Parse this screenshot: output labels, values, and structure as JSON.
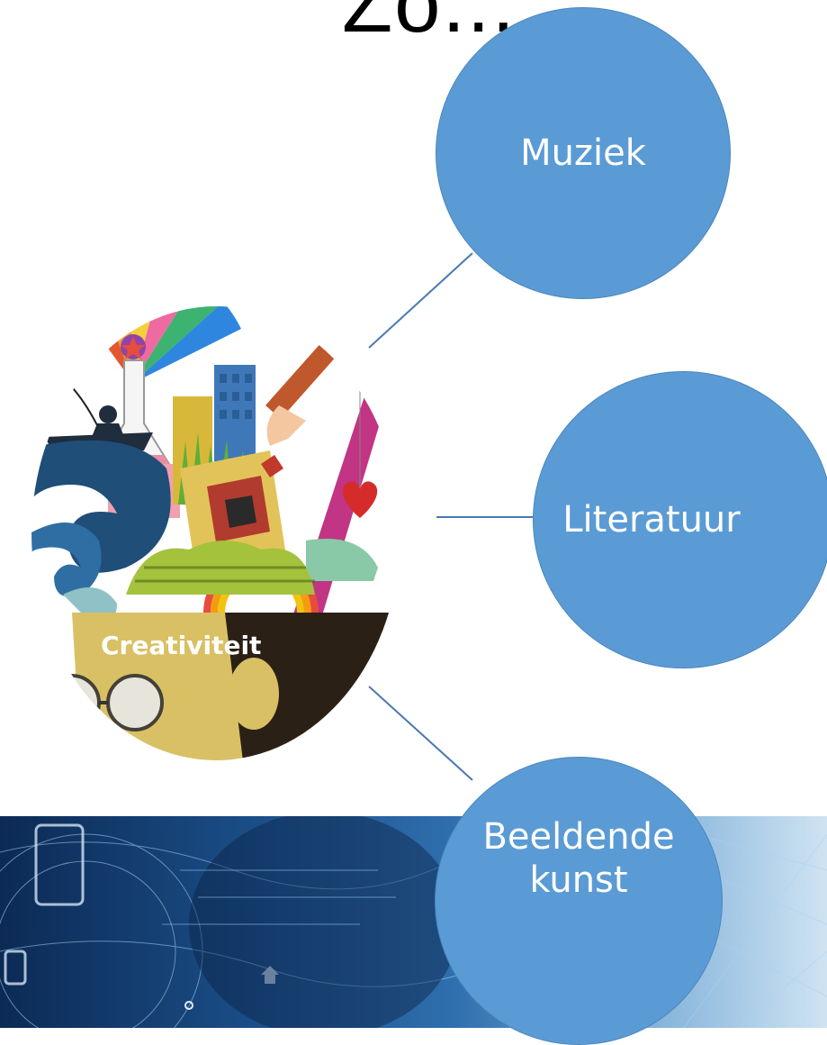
{
  "title": "Zo...",
  "center": {
    "label": "Creativiteit"
  },
  "topics": [
    {
      "label": "Muziek"
    },
    {
      "label": "Literatuur"
    },
    {
      "label": "Beeldende\nkunst"
    }
  ],
  "colors": {
    "node_fill": "#5b9bd5",
    "connector": "#4a7ab0",
    "label_band": "#2b2016"
  }
}
